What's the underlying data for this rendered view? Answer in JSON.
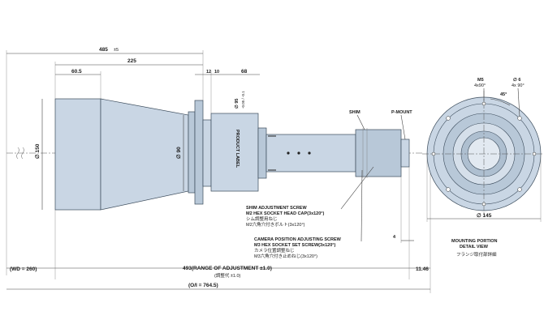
{
  "dims": {
    "total_len": "485",
    "total_len_sub": "±5",
    "len_225": "225",
    "len_60_5": "60.5",
    "len_12": "12",
    "len_10": "10",
    "len_68": "68",
    "dia_95": "∅ 95",
    "dia_95_tol": "-0.05 / -0.1",
    "dia_left": "∅ 150",
    "dia_mid": "∅ 90",
    "dia_145": "∅ 145",
    "gap_4": "4",
    "wd": "(WD = 260)",
    "adjust": "493(RANGE OF ADJUSTMENT ±1.0)",
    "adjust_jp": "(調整代 ±1.0)",
    "end_11_46": "11.46",
    "oal": "(O/I = 764.5)"
  },
  "labels": {
    "product_label": "PRODUCT LABEL",
    "shim": "SHIM",
    "pmount": "P-MOUNT",
    "shim_screw_1": "SHIM ADJUSTMENT SCREW",
    "shim_screw_2": "M2 HEX SOCKET HEAD CAP(3x120°)",
    "shim_screw_jp1": "シム調整用ねじ",
    "shim_screw_jp2": "M2六角穴付きボルト(3x120°)",
    "cam_screw_1": "CAMERA POSITION ADJUSTING SCREW",
    "cam_screw_2": "M3 HEX SOCKET SET SCREW(3x120°)",
    "cam_screw_jp1": "カメラ位置調整ねじ",
    "cam_screw_jp2": "M3六角穴付き止めねじ(3x120°)",
    "m5": "M5",
    "m5_sub": "4x90°",
    "d6": "∅ 6",
    "d6_sub": "4x 90°",
    "angle_45": "45°",
    "mount_title_1": "MOUNTING PORTION",
    "mount_title_2": "DETAIL VIEW",
    "mount_title_jp": "フランジ取付部詳細"
  }
}
